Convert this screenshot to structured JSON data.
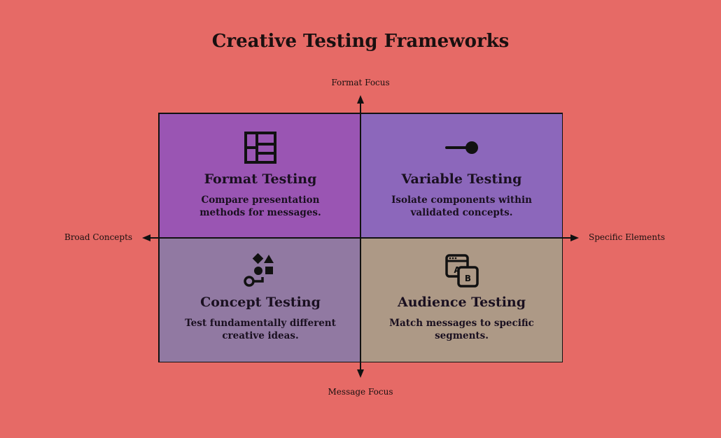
{
  "title": "Creative Testing Frameworks",
  "axes": {
    "top": "Format Focus",
    "bottom": "Message Focus",
    "left": "Broad Concepts",
    "right": "Specific Elements"
  },
  "quadrants": [
    {
      "title": "Format Testing",
      "desc": "Compare presentation methods for messages.",
      "icon": "layout-grid-icon"
    },
    {
      "title": "Variable Testing",
      "desc": "Isolate components within validated concepts.",
      "icon": "toggle-dot-icon"
    },
    {
      "title": "Concept Testing",
      "desc": "Test fundamentally different creative ideas.",
      "icon": "shapes-key-icon"
    },
    {
      "title": "Audience Testing",
      "desc": "Match messages to specific segments.",
      "icon": "ab-test-icon"
    }
  ],
  "colors": {
    "background": "#e66a66",
    "format_testing": "#9a55b3",
    "variable_testing": "#8c67bb",
    "concept_testing": "#9179a2",
    "audience_testing": "#ad9986"
  }
}
